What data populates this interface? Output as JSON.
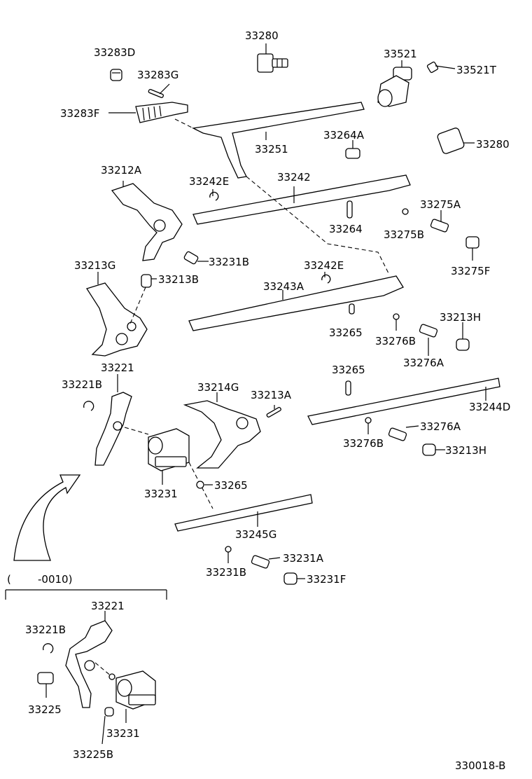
{
  "labels": {
    "p33283D": "33283D",
    "p33280a": "33280",
    "p33521": "33521",
    "p33521T": "33521T",
    "p33283G": "33283G",
    "p33283F": "33283F",
    "p33251": "33251",
    "p33264A": "33264A",
    "p33280b": "33280",
    "p33212A": "33212A",
    "p33242E_a": "33242E",
    "p33242": "33242",
    "p33264": "33264",
    "p33275A": "33275A",
    "p33275B": "33275B",
    "p33275F": "33275F",
    "p33231B_a": "33231B",
    "p33213G": "33213G",
    "p33213B": "33213B",
    "p33242E_b": "33242E",
    "p33243A": "33243A",
    "p33265_a": "33265",
    "p33276B_a": "33276B",
    "p33213H_a": "33213H",
    "p33276A_a": "33276A",
    "p33221_a": "33221",
    "p33221B_a": "33221B",
    "p33214G": "33214G",
    "p33213A": "33213A",
    "p33265_b": "33265",
    "p33244D": "33244D",
    "p33276A_b": "33276A",
    "p33276B_b": "33276B",
    "p33213H_b": "33213H",
    "p33231_a": "33231",
    "p33265_c": "33265",
    "p33245G": "33245G",
    "p33231A": "33231A",
    "p33231B_b": "33231B",
    "p33231F": "33231F",
    "inset_range": "(        -0010)",
    "p33221_b": "33221",
    "p33221B_b": "33221B",
    "p33225": "33225",
    "p33231_b": "33231",
    "p33225B": "33225B",
    "diagram_id": "330018-B"
  }
}
